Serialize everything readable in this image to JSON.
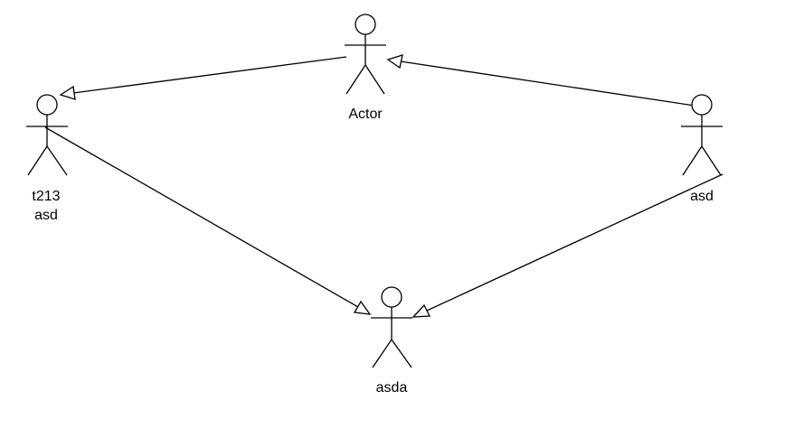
{
  "diagram": {
    "actors": [
      {
        "id": "actor",
        "lines": [
          "Actor"
        ]
      },
      {
        "id": "t213",
        "lines": [
          "t213",
          "asd"
        ]
      },
      {
        "id": "asd",
        "lines": [
          "asd"
        ]
      },
      {
        "id": "asda",
        "lines": [
          "asda"
        ]
      }
    ],
    "edges": [
      {
        "from": "actor",
        "to": "t213",
        "arrow": "hollow-triangle"
      },
      {
        "from": "asd",
        "to": "actor",
        "arrow": "hollow-triangle"
      },
      {
        "from": "t213",
        "to": "asda",
        "arrow": "hollow-triangle"
      },
      {
        "from": "asd",
        "to": "asda",
        "arrow": "hollow-triangle"
      }
    ],
    "colors": {
      "stroke": "#000000",
      "background": "#ffffff"
    }
  }
}
